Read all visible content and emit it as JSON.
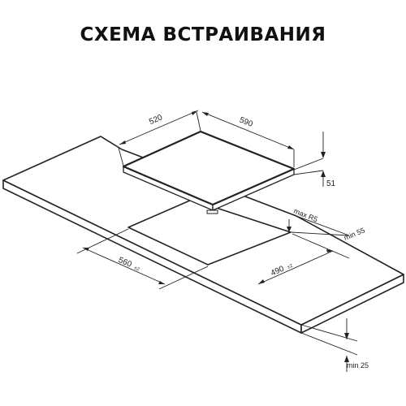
{
  "title": "СХЕМА ВСТРАИВАНИЯ",
  "dimensions": {
    "hob_depth": "520",
    "hob_width": "590",
    "hob_height": "51",
    "corner_radius": "max R5",
    "cutout_depth": "490",
    "cutout_depth_tol": "±2",
    "cutout_width": "560",
    "cutout_width_tol": "±2",
    "min_back_gap": "min 55",
    "min_counter_thickness": "min 25"
  },
  "colors": {
    "line": "#222222",
    "surface": "#ffffff"
  }
}
